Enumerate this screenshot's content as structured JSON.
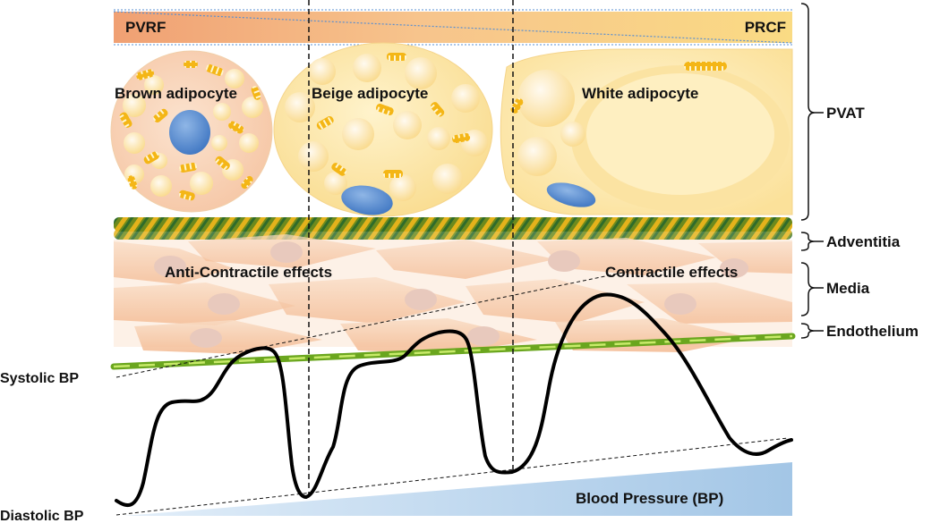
{
  "gradient_bar": {
    "left_label": "PVRF",
    "right_label": "PRCF",
    "left_color": "#f2a57a",
    "right_color": "#f9d97a"
  },
  "cells": {
    "brown": {
      "label": "Brown adipocyte"
    },
    "beige": {
      "label": "Beige adipocyte"
    },
    "white": {
      "label": "White adipocyte"
    }
  },
  "effects": {
    "left": "Anti-Contractile effects",
    "right": "Contractile effects"
  },
  "layers": {
    "pvat": "PVAT",
    "adventitia": "Adventitia",
    "media": "Media",
    "endothelium": "Endothelium"
  },
  "bp": {
    "systolic": "Systolic BP",
    "diastolic": "Diastolic BP",
    "wedge_label": "Blood Pressure (BP)",
    "wedge_color": "#a9c9e8"
  },
  "colors": {
    "nucleus": "#4f84c9",
    "mitochondria": "#f4b616",
    "fat_droplet": "#fbe6a8",
    "media_cell": "#f6c9a8",
    "endothelium": "#86bf2a"
  }
}
